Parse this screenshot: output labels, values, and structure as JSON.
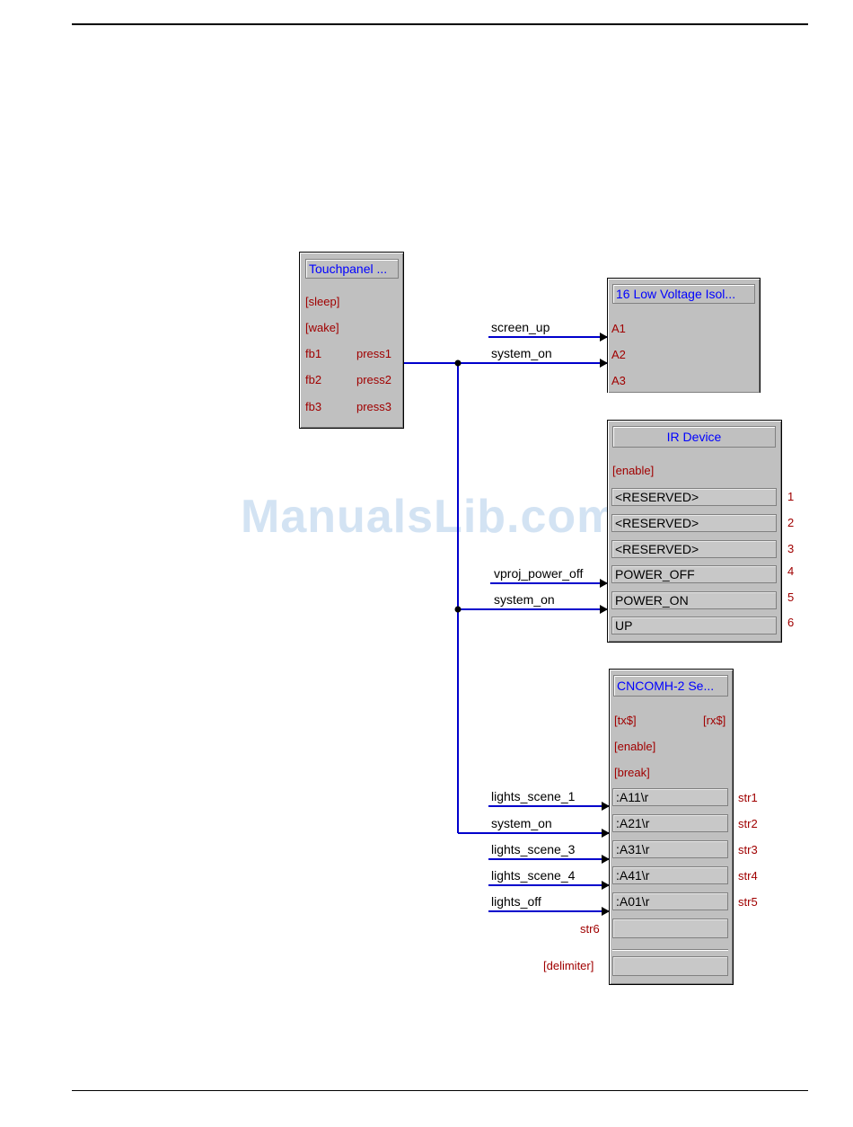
{
  "watermark": "ManualsLib.com",
  "touchpanel": {
    "title": "Touchpanel ...",
    "inputs": [
      "[sleep]",
      "[wake]",
      "fb1",
      "fb2",
      "fb3"
    ],
    "outputs": [
      "press1",
      "press2",
      "press3"
    ]
  },
  "isolator": {
    "title": "16 Low Voltage Isol...",
    "inputs": [
      "A1",
      "A2",
      "A3"
    ]
  },
  "ir_device": {
    "title": "IR Device",
    "enable": "[enable]",
    "params": [
      "<RESERVED>",
      "<RESERVED>",
      "<RESERVED>",
      "POWER_OFF",
      "POWER_ON",
      "UP"
    ],
    "numbers": [
      "1",
      "2",
      "3",
      "4",
      "5",
      "6"
    ]
  },
  "cncomh": {
    "title": "CNCOMH-2 Se...",
    "tx": "[tx$]",
    "rx": "[rx$]",
    "enable": "[enable]",
    "break": "[break]",
    "params": [
      ":A11\\r",
      ":A21\\r",
      ":A31\\r",
      ":A41\\r",
      ":A01\\r",
      ""
    ],
    "strs": [
      "str1",
      "str2",
      "str3",
      "str4",
      "str5"
    ],
    "str6": "str6",
    "delimiter": "[delimiter]"
  },
  "signals": {
    "screen_up": "screen_up",
    "system_on_a2": "system_on",
    "vproj_power_off": "vproj_power_off",
    "system_on_ir": "system_on",
    "lights_scene_1": "lights_scene_1",
    "system_on_cn": "system_on",
    "lights_scene_3": "lights_scene_3",
    "lights_scene_4": "lights_scene_4",
    "lights_off": "lights_off"
  },
  "colors": {
    "wire": "#0000cc",
    "label_red": "#a00000",
    "title_blue": "#0000ff"
  }
}
